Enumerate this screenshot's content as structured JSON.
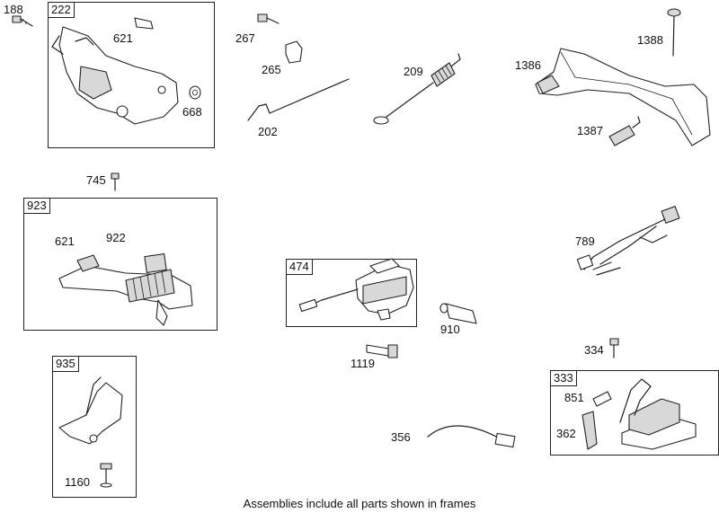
{
  "frames": {
    "f222": {
      "tag": "222"
    },
    "f923": {
      "tag": "923"
    },
    "f474": {
      "tag": "474"
    },
    "f935": {
      "tag": "935"
    },
    "f333": {
      "tag": "333"
    }
  },
  "labels": {
    "p188": "188",
    "p621a": "621",
    "p668": "668",
    "p267": "267",
    "p265": "265",
    "p202": "202",
    "p209": "209",
    "p1386": "1386",
    "p1388": "1388",
    "p1387": "1387",
    "p745": "745",
    "p621b": "621",
    "p922": "922",
    "p789": "789",
    "p910": "910",
    "p1119": "1119",
    "p334": "334",
    "p851": "851",
    "p362": "362",
    "p356": "356",
    "p1160": "1160"
  },
  "caption": "Assemblies include all parts shown in frames"
}
